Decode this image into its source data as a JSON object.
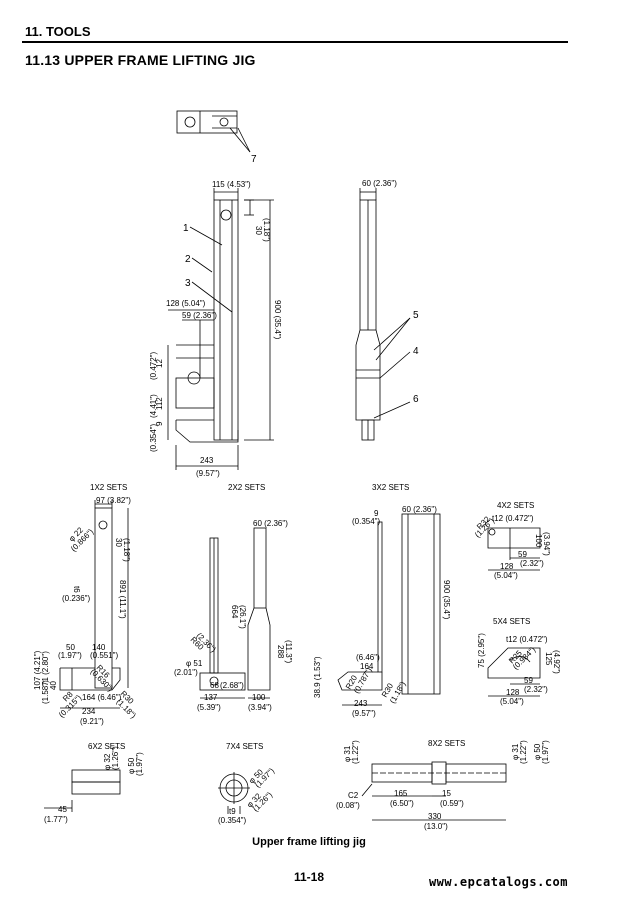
{
  "header": {
    "chapter": "11. TOOLS",
    "section": "11.13 UPPER FRAME LIFTING JIG"
  },
  "main_view": {
    "callouts": [
      "1",
      "2",
      "3",
      "4",
      "5",
      "6",
      "7"
    ],
    "dims": {
      "top_width": "115 (4.53\")",
      "hole_offset": "30",
      "hole_offset_in": "(1.18\")",
      "height": "900 (35.4\")",
      "arm_len": "128 (5.04\")",
      "arm_inner": "59 (2.36\")",
      "plate_thk": "12",
      "plate_thk_in": "(0.472\")",
      "arm_h": "112",
      "arm_h_in": "(4.41\")",
      "base_thk": "9",
      "base_thk_in": "(0.354\")",
      "base_len": "243",
      "base_len_in": "(9.57\")",
      "side_width": "60 (2.36\")"
    }
  },
  "sets": {
    "s1x2": {
      "title": "1X2 SETS",
      "d_top": "97 (3.82\")",
      "d_dia": "φ 22",
      "d_dia_in": "(0.866\")",
      "d_30": "30",
      "d_30_in": "(1.18\")",
      "d_t6": "t6",
      "d_t6_in": "(0.236\")",
      "d_891": "891 (11.1\")",
      "d_107": "107 (4.21\")",
      "d_71": "71 (2.80\")",
      "d_40": "40",
      "d_40_in": "(1.58\")",
      "d_50": "50",
      "d_50_in": "(1.97\")",
      "d_140": "140",
      "d_140_in": "(0.551\")",
      "d_r16": "R16",
      "d_r16_in": "(0.630\")",
      "d_164": "164 (6.46\")",
      "d_r8": "R8",
      "d_r8_in": "(0.315\")",
      "d_r30": "R30",
      "d_r30_in": "(1.18\")",
      "d_234": "234",
      "d_234_in": "(9.21\")"
    },
    "s2x2": {
      "title": "2X2 SETS",
      "d_60": "60 (2.36\")",
      "d_664": "664",
      "d_664_in": "(26.1\")",
      "d_288": "288",
      "d_288_in": "(11.3\")",
      "d_r60": "R60",
      "d_r60_in": "(2.36\")",
      "d_phi51": "φ 51",
      "d_phi51_in": "(2.01\")",
      "d_68": "68",
      "d_68_in": "(2.68\")",
      "d_137": "137",
      "d_137_in": "(5.39\")",
      "d_100": "100",
      "d_100_in": "(3.94\")"
    },
    "s3x2": {
      "title": "3X2 SETS",
      "d_9": "9",
      "d_9_in": "(0.354\")",
      "d_60": "60 (2.36\")",
      "d_900": "900 (35.4\")",
      "d_646": "(6.46\")",
      "d_164": "164",
      "d_389": "38.9 (1.53\")",
      "d_r20": "R20",
      "d_r20_in": "(0.787\")",
      "d_r30": "R30",
      "d_r30_in": "(1.18\")",
      "d_243": "243",
      "d_243_in": "(9.57\")"
    },
    "s4x2": {
      "title": "4X2 SETS",
      "d_t12": "t12 (0.472\")",
      "d_r32": "R32",
      "d_r32_in": "(1.26\")",
      "d_100": "100",
      "d_100_in": "(3.94\")",
      "d_59": "59",
      "d_59_in": "(2.32\")",
      "d_128": "128",
      "d_128_in": "(5.04\")"
    },
    "s5x4": {
      "title": "5X4 SETS",
      "d_t12": "t12 (0.472\")",
      "d_75": "75 (2.95\")",
      "d_r25": "R25",
      "d_r25_in": "(0.984\")",
      "d_125": "125",
      "d_125_in": "(4.92\")",
      "d_59": "59",
      "d_59_in": "(2.32\")",
      "d_128": "128",
      "d_128_in": "(5.04\")"
    },
    "s6x2": {
      "title": "6X2 SETS",
      "d_32": "φ 32",
      "d_32_in": "(1.26\")",
      "d_50": "φ 50",
      "d_50_in": "(1.97\")",
      "d_45": "45",
      "d_45_in": "(1.77\")"
    },
    "s7x4": {
      "title": "7X4 SETS",
      "d_50": "φ 50",
      "d_50_in": "(1.97\")",
      "d_32": "φ 32",
      "d_32_in": "(1.26\")",
      "d_t9": "t9",
      "d_t9_in": "(0.354\")"
    },
    "s8x2": {
      "title": "8X2 SETS",
      "d_31": "φ 31",
      "d_31_in": "(1.22\")",
      "d_31b": "φ 31",
      "d_31b_in": "(1.22\")",
      "d_50": "φ 50",
      "d_50_in": "(1.97\")",
      "d_c2": "C2",
      "d_c2_in": "(0.08\")",
      "d_165": "165",
      "d_165_in": "(6.50\")",
      "d_15": "15",
      "d_15_in": "(0.59\")",
      "d_330": "330",
      "d_330_in": "(13.0\")"
    }
  },
  "caption": "Upper frame lifting jig",
  "page_number": "11-18",
  "footer_url": "www.epcatalogs.com"
}
